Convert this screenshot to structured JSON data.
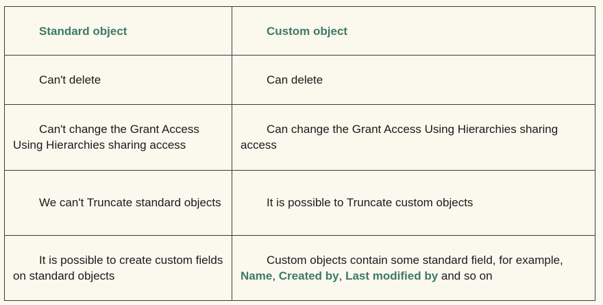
{
  "table": {
    "headers": {
      "left": "Standard object",
      "right": "Custom object"
    },
    "rows": [
      {
        "left": "Can't delete",
        "right": "Can delete"
      },
      {
        "left": "Can't change the Grant Access Using Hierarchies sharing access",
        "right": "Can change the Grant Access Using Hierarchies sharing access"
      },
      {
        "left": "We can't Truncate standard objects",
        "right": "It is possible to Truncate custom objects"
      },
      {
        "left": "It is possible to create custom fields on standard objects",
        "right_parts": {
          "prefix": "Custom objects contain some standard field, for example, ",
          "name": "Name",
          "sep1": ", ",
          "created_by": "Created by",
          "sep2": ", ",
          "last_modified_by": "Last modified by",
          "suffix": " and so on"
        }
      }
    ]
  },
  "colors": {
    "background": "#fbf8ee",
    "accent": "#3d7a66",
    "border": "#3a3a3a",
    "text": "#1a1a1a"
  }
}
